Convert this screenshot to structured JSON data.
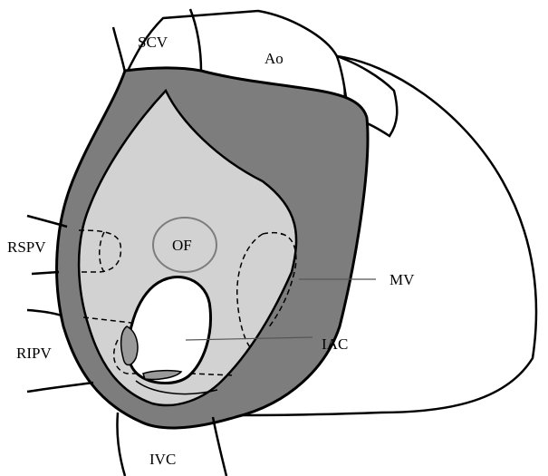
{
  "labels": {
    "scv": "SCV",
    "ao": "Ao",
    "rspv": "RSPV",
    "of": "OF",
    "mv": "MV",
    "iac": "IAC",
    "ripv": "RIPV",
    "ivc": "IVC"
  },
  "colors": {
    "background": "#ffffff",
    "outline": "#000000",
    "atrial_wall": "#7d7d7d",
    "septum": "#d2d2d2",
    "accent_overlay": "#9a9a9a",
    "leader_line": "#555555"
  }
}
